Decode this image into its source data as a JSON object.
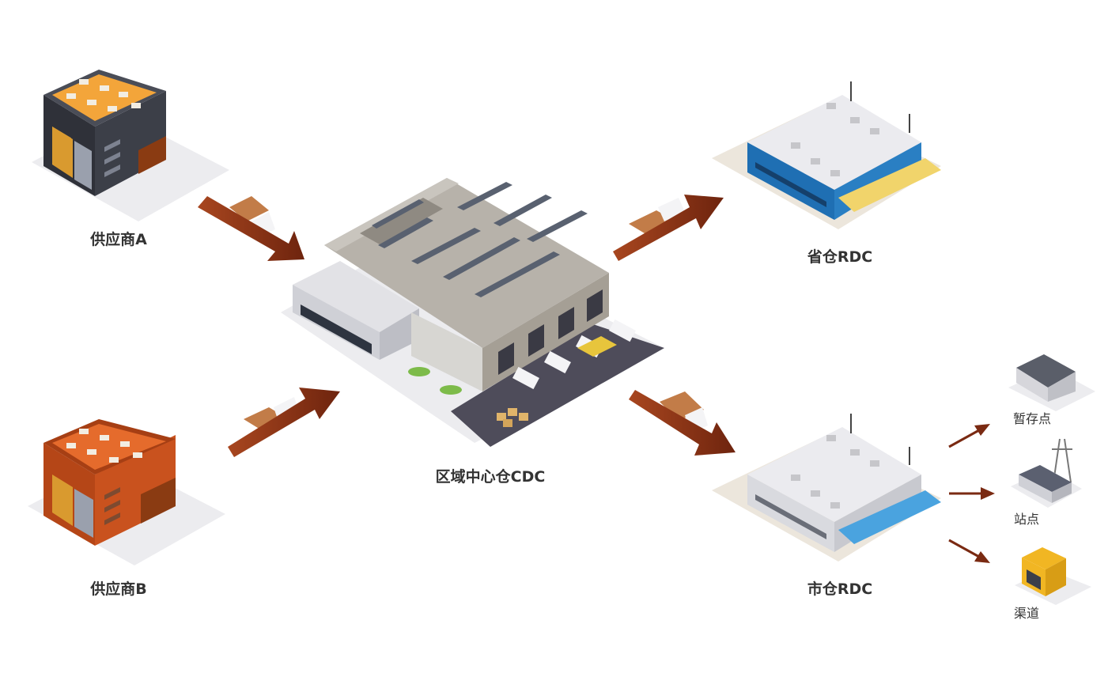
{
  "nodes": {
    "supplier_a": {
      "label": "供应商A"
    },
    "supplier_b": {
      "label": "供应商B"
    },
    "cdc": {
      "label": "区域中心仓CDC"
    },
    "province_rdc": {
      "label": "省仓RDC"
    },
    "city_rdc": {
      "label": "市仓RDC"
    },
    "temp_storage": {
      "label": "暂存点"
    },
    "station": {
      "label": "站点"
    },
    "channel": {
      "label": "渠道"
    }
  },
  "colors": {
    "arrow": "#7a2a12",
    "label": "#333333",
    "supplier_a_roof": "#f3a53a",
    "supplier_a_wall": "#3c3f48",
    "supplier_b_wall": "#c9521e",
    "province_rdc_wall": "#1f6fb3",
    "province_rdc_ramp": "#f1d46b",
    "city_rdc_wall": "#d9dadf",
    "city_rdc_ramp": "#4aa3df",
    "cdc_roof": "#b7b2aa",
    "yard": "#4e4c5a"
  },
  "icons": [
    "warehouse-icon",
    "truck-icon",
    "arrow-icon",
    "forklift-icon",
    "power-tower-icon",
    "shop-icon"
  ]
}
